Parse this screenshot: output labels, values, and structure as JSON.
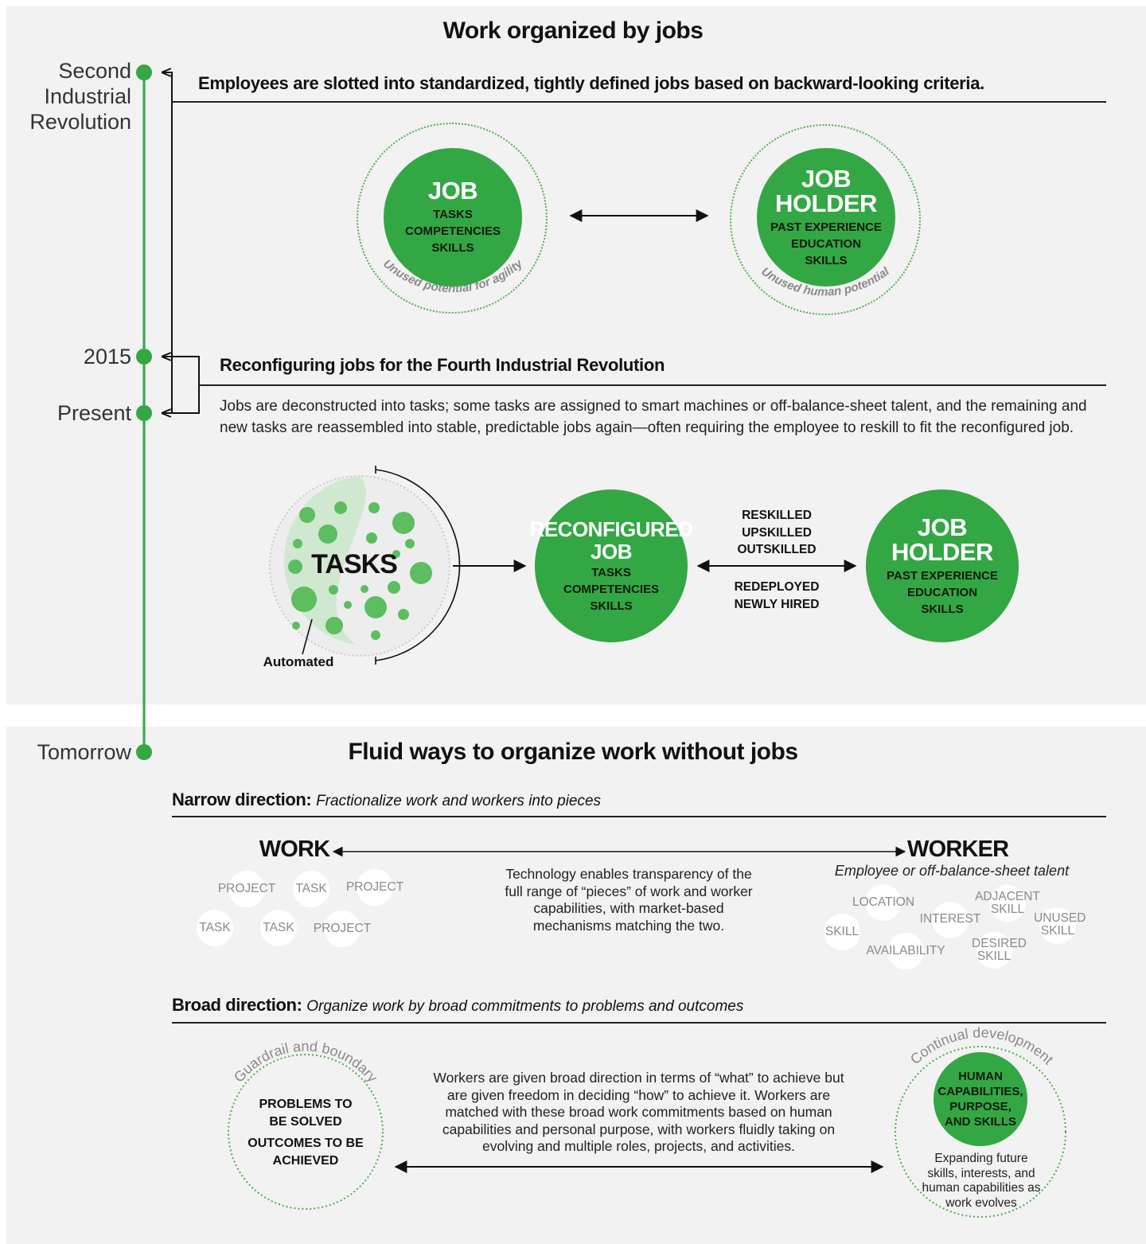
{
  "top": {
    "title": "Work organized by jobs",
    "timeline": {
      "second_revolution": [
        "Second",
        "Industrial",
        "Revolution"
      ],
      "year_2015": "2015",
      "present": "Present",
      "tomorrow": "Tomorrow"
    },
    "section1": {
      "heading": "Employees are slotted into standardized, tightly defined jobs based on backward-looking criteria.",
      "job_circle": {
        "title": "JOB",
        "items": [
          "TASKS",
          "COMPETENCIES",
          "SKILLS"
        ],
        "ring_label": "Unused potential for agility"
      },
      "holder_circle": {
        "title": [
          "JOB",
          "HOLDER"
        ],
        "items": [
          "PAST EXPERIENCE",
          "EDUCATION",
          "SKILLS"
        ],
        "ring_label": "Unused human potential"
      }
    },
    "section2": {
      "heading": "Reconfiguring jobs for the Fourth Industrial Revolution",
      "body": "Jobs are deconstructed into tasks; some tasks are assigned to smart machines or off-balance-sheet talent, and the remaining and new tasks are reassembled into stable, predictable jobs again—often requiring the employee to reskill to fit the reconfigured job.",
      "tasks_label": "TASKS",
      "automated_label": "Automated",
      "reconfigured_circle": {
        "title": [
          "RECONFIGURED",
          "JOB"
        ],
        "items": [
          "TASKS",
          "COMPETENCIES",
          "SKILLS"
        ]
      },
      "middle_top": [
        "RESKILLED",
        "UPSKILLED",
        "OUTSKILLED"
      ],
      "middle_bottom": [
        "REDEPLOYED",
        "NEWLY HIRED"
      ],
      "holder_circle": {
        "title": [
          "JOB",
          "HOLDER"
        ],
        "items": [
          "PAST EXPERIENCE",
          "EDUCATION",
          "SKILLS"
        ]
      }
    }
  },
  "bottom": {
    "title": "Fluid ways to organize work without jobs",
    "narrow": {
      "label": "Narrow direction:",
      "desc": "Fractionalize work and workers into pieces",
      "work": "WORK",
      "worker": "WORKER",
      "worker_sub": "Employee or off-balance-sheet talent",
      "center": [
        "Technology enables transparency of the",
        "full range of “pieces” of work and worker",
        "capabilities, with market-based",
        "mechanisms matching the two."
      ],
      "work_bubbles": [
        "PROJECT",
        "TASK",
        "PROJECT",
        "TASK",
        "TASK",
        "PROJECT"
      ],
      "worker_bubbles": [
        "LOCATION",
        "ADJACENT SKILL",
        "INTEREST",
        "UNUSED SKILL",
        "SKILL",
        "AVAILABILITY",
        "DESIRED SKILL"
      ]
    },
    "broad": {
      "label": "Broad direction:",
      "desc": "Organize work by broad commitments to problems and outcomes",
      "left_ring": "Guardrail and boundary",
      "left_items": [
        "PROBLEMS TO",
        "BE SOLVED",
        "OUTCOMES TO BE",
        "ACHIEVED"
      ],
      "center": [
        "Workers are given broad direction in terms of “what” to achieve but",
        "are given freedom in deciding “how” to achieve it. Workers are",
        "matched with these broad work commitments based on human",
        "capabilities and personal purpose, with workers fluidly taking on",
        "evolving and multiple roles, projects, and activities."
      ],
      "right_ring": "Continual development",
      "right_core": [
        "HUMAN",
        "CAPABILITIES,",
        "PURPOSE,",
        "AND SKILLS"
      ],
      "right_sub": [
        "Expanding future",
        "skills, interests, and",
        "human capabilities as",
        "work evolves"
      ]
    }
  },
  "colors": {
    "green": "#33a744",
    "light_green": "#cfe8cf",
    "panel": "#f2f2f2"
  }
}
